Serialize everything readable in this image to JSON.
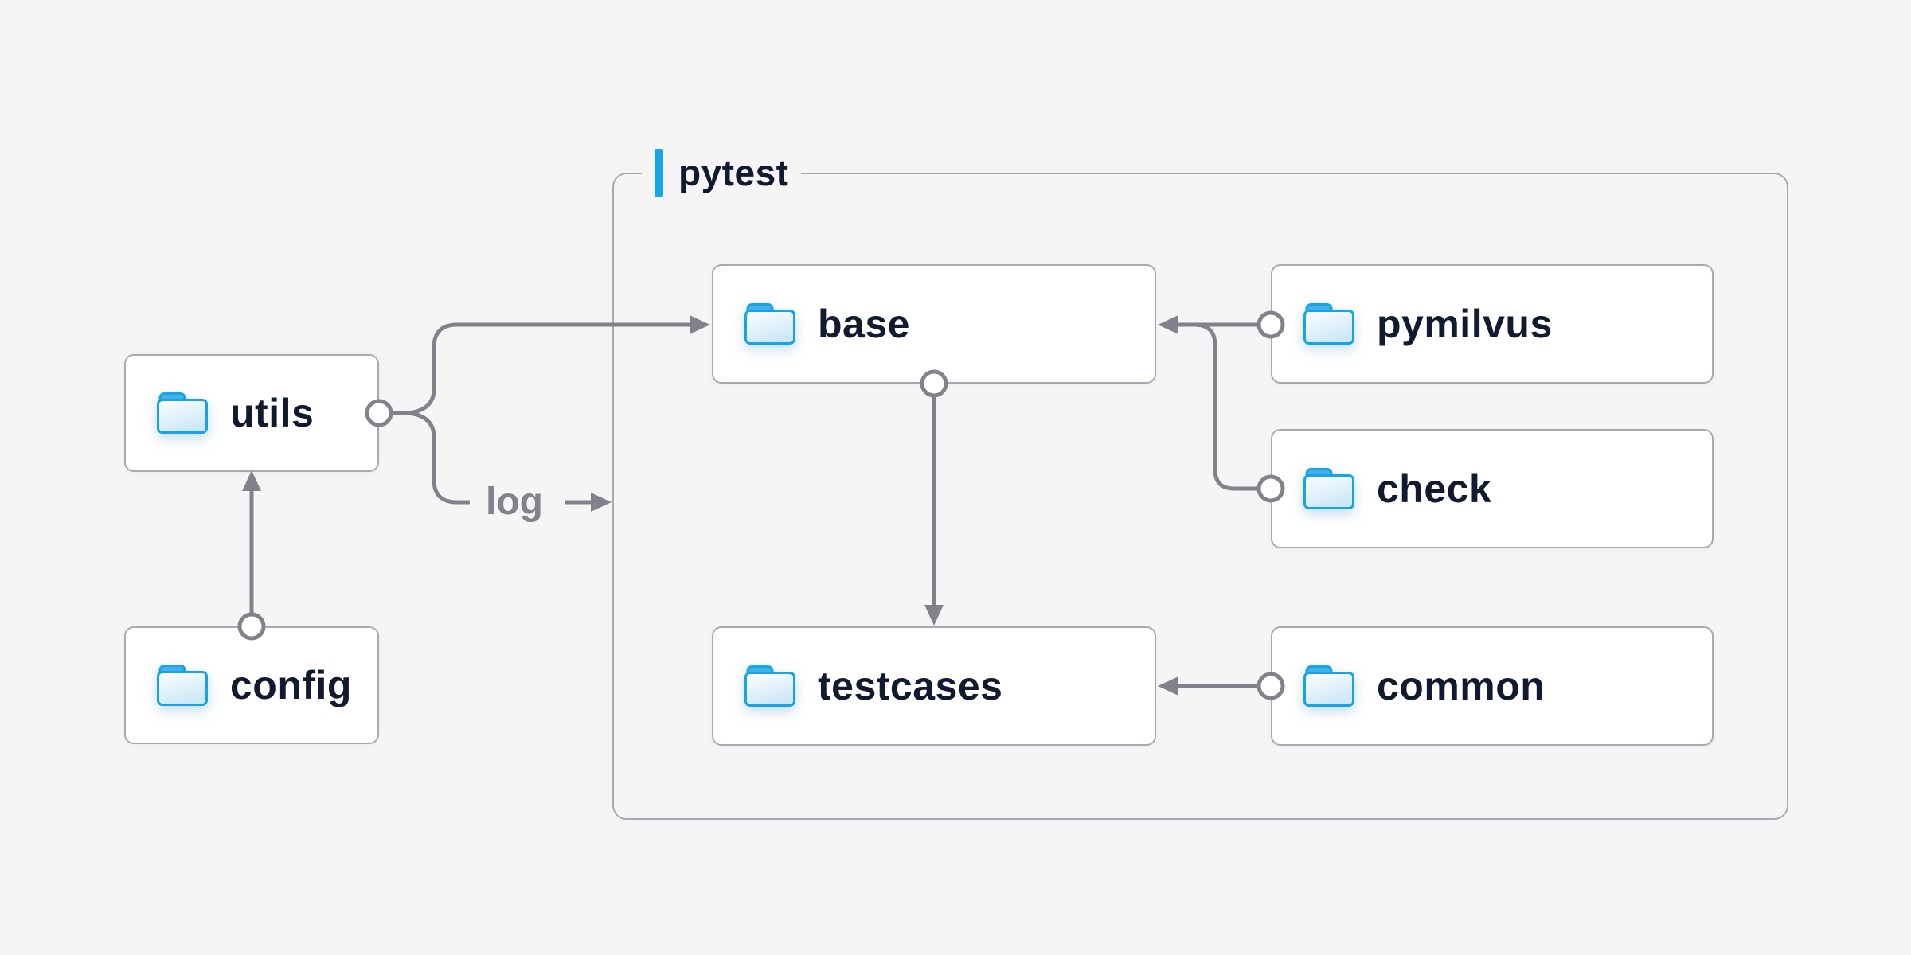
{
  "colors": {
    "background": "#f5f5f6",
    "node_fill": "#ffffff",
    "node_border": "#a9a9b3",
    "text_dark": "#111b30",
    "connector_gray": "#82828c",
    "accent_blue": "#14a8e8",
    "folder_blue": "#17a3e6",
    "folder_tab": "#45b0e7",
    "folder_body_light": "#fbfdff",
    "folder_body_shade": "#cde8f7"
  },
  "group": {
    "label": "pytest"
  },
  "nodes": {
    "utils": {
      "label": "utils",
      "icon": "folder-icon"
    },
    "config": {
      "label": "config",
      "icon": "folder-icon"
    },
    "base": {
      "label": "base",
      "icon": "folder-icon"
    },
    "testcases": {
      "label": "testcases",
      "icon": "folder-icon"
    },
    "pymilvus": {
      "label": "pymilvus",
      "icon": "folder-icon"
    },
    "check": {
      "label": "check",
      "icon": "folder-icon"
    },
    "common": {
      "label": "common",
      "icon": "folder-icon"
    }
  },
  "edges": [
    {
      "from": "config",
      "to": "utils"
    },
    {
      "from": "utils",
      "to": "base"
    },
    {
      "from": "utils",
      "to": "log",
      "label": "log"
    },
    {
      "from": "pymilvus",
      "to": "base"
    },
    {
      "from": "check",
      "to": "base"
    },
    {
      "from": "base",
      "to": "testcases"
    },
    {
      "from": "common",
      "to": "testcases"
    }
  ]
}
